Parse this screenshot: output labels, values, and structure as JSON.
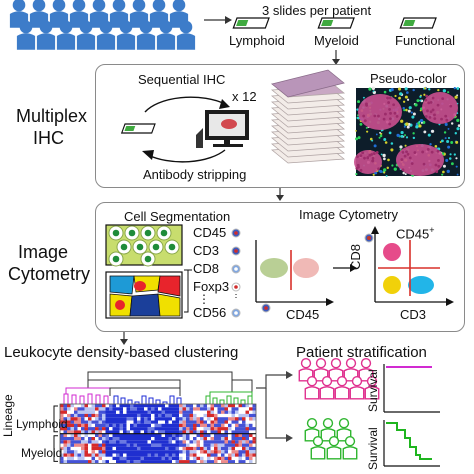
{
  "top": {
    "slides_caption": "3 slides per patient",
    "slides": [
      "Lymphoid",
      "Myeloid",
      "Functional"
    ]
  },
  "ihc": {
    "side_label_line1": "Multiplex",
    "side_label_line2": "IHC",
    "sequential": "Sequential IHC",
    "repeat": "x 12",
    "stripping": "Antibody stripping",
    "pseudo": "Pseudo-color"
  },
  "cyto": {
    "side_label_line1": "Image",
    "side_label_line2": "Cytometry",
    "segmentation": "Cell Segmentation",
    "image_cytometry": "Image Cytometry",
    "markers": [
      "CD45",
      "CD3",
      "CD8",
      "Foxp3",
      "⋮",
      "CD56"
    ],
    "plot1_x": "CD45",
    "plot2_gate": "CD45",
    "plot2_gate_sup": "+",
    "plot2_y": "CD8",
    "plot2_x": "CD3"
  },
  "cluster": {
    "title": "Leukocyte density-based clustering",
    "lineage": "Lineage",
    "rows": [
      "Lymphoid",
      "Myeloid"
    ]
  },
  "strat": {
    "title": "Patient stratification",
    "survival": "Survival"
  },
  "colors": {
    "patient_blue": "#3d7cc9",
    "pink_group": "#e0318f",
    "green_group": "#2fb52f",
    "magenta_curve": "#d12ad1",
    "green_curve": "#1fb51f"
  }
}
